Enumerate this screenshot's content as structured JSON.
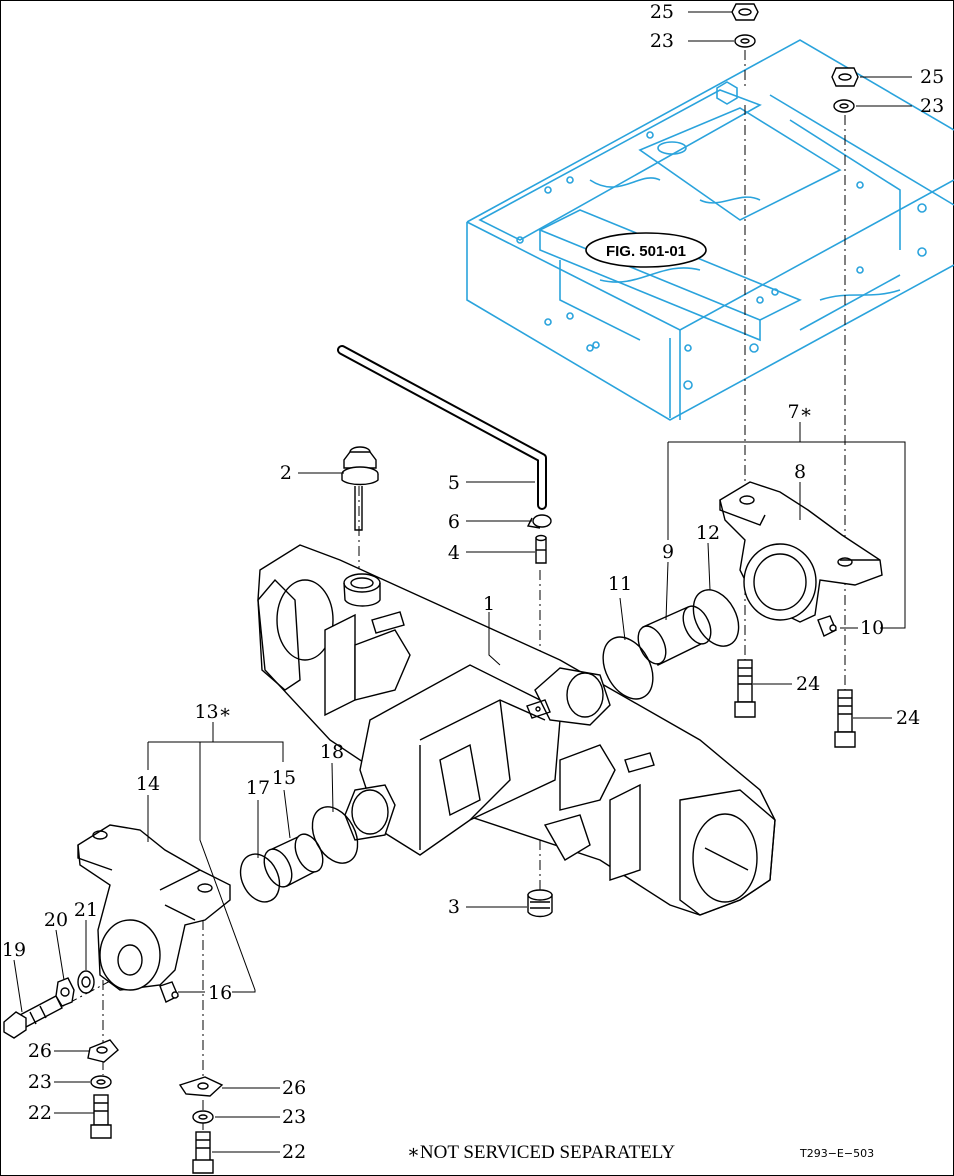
{
  "figure_reference": "FIG. 501-01",
  "footnote": "∗NOT SERVICED SEPARATELY",
  "drawing_code": "T293−E−503",
  "callouts": {
    "p1": "1",
    "p2": "2",
    "p3": "3",
    "p4": "4",
    "p5": "5",
    "p6": "6",
    "p7": "7∗",
    "p8": "8",
    "p9": "9",
    "p10": "10",
    "p11": "11",
    "p12": "12",
    "p13": "13∗",
    "p14": "14",
    "p15": "15",
    "p16": "16",
    "p17": "17",
    "p18": "18",
    "p19": "19",
    "p20": "20",
    "p21": "21",
    "p22a": "22",
    "p22b": "22",
    "p23a": "23",
    "p23b": "23",
    "p23c": "23",
    "p23d": "23",
    "p24a": "24",
    "p24b": "24",
    "p25a": "25",
    "p25b": "25",
    "p26a": "26",
    "p26b": "26"
  }
}
